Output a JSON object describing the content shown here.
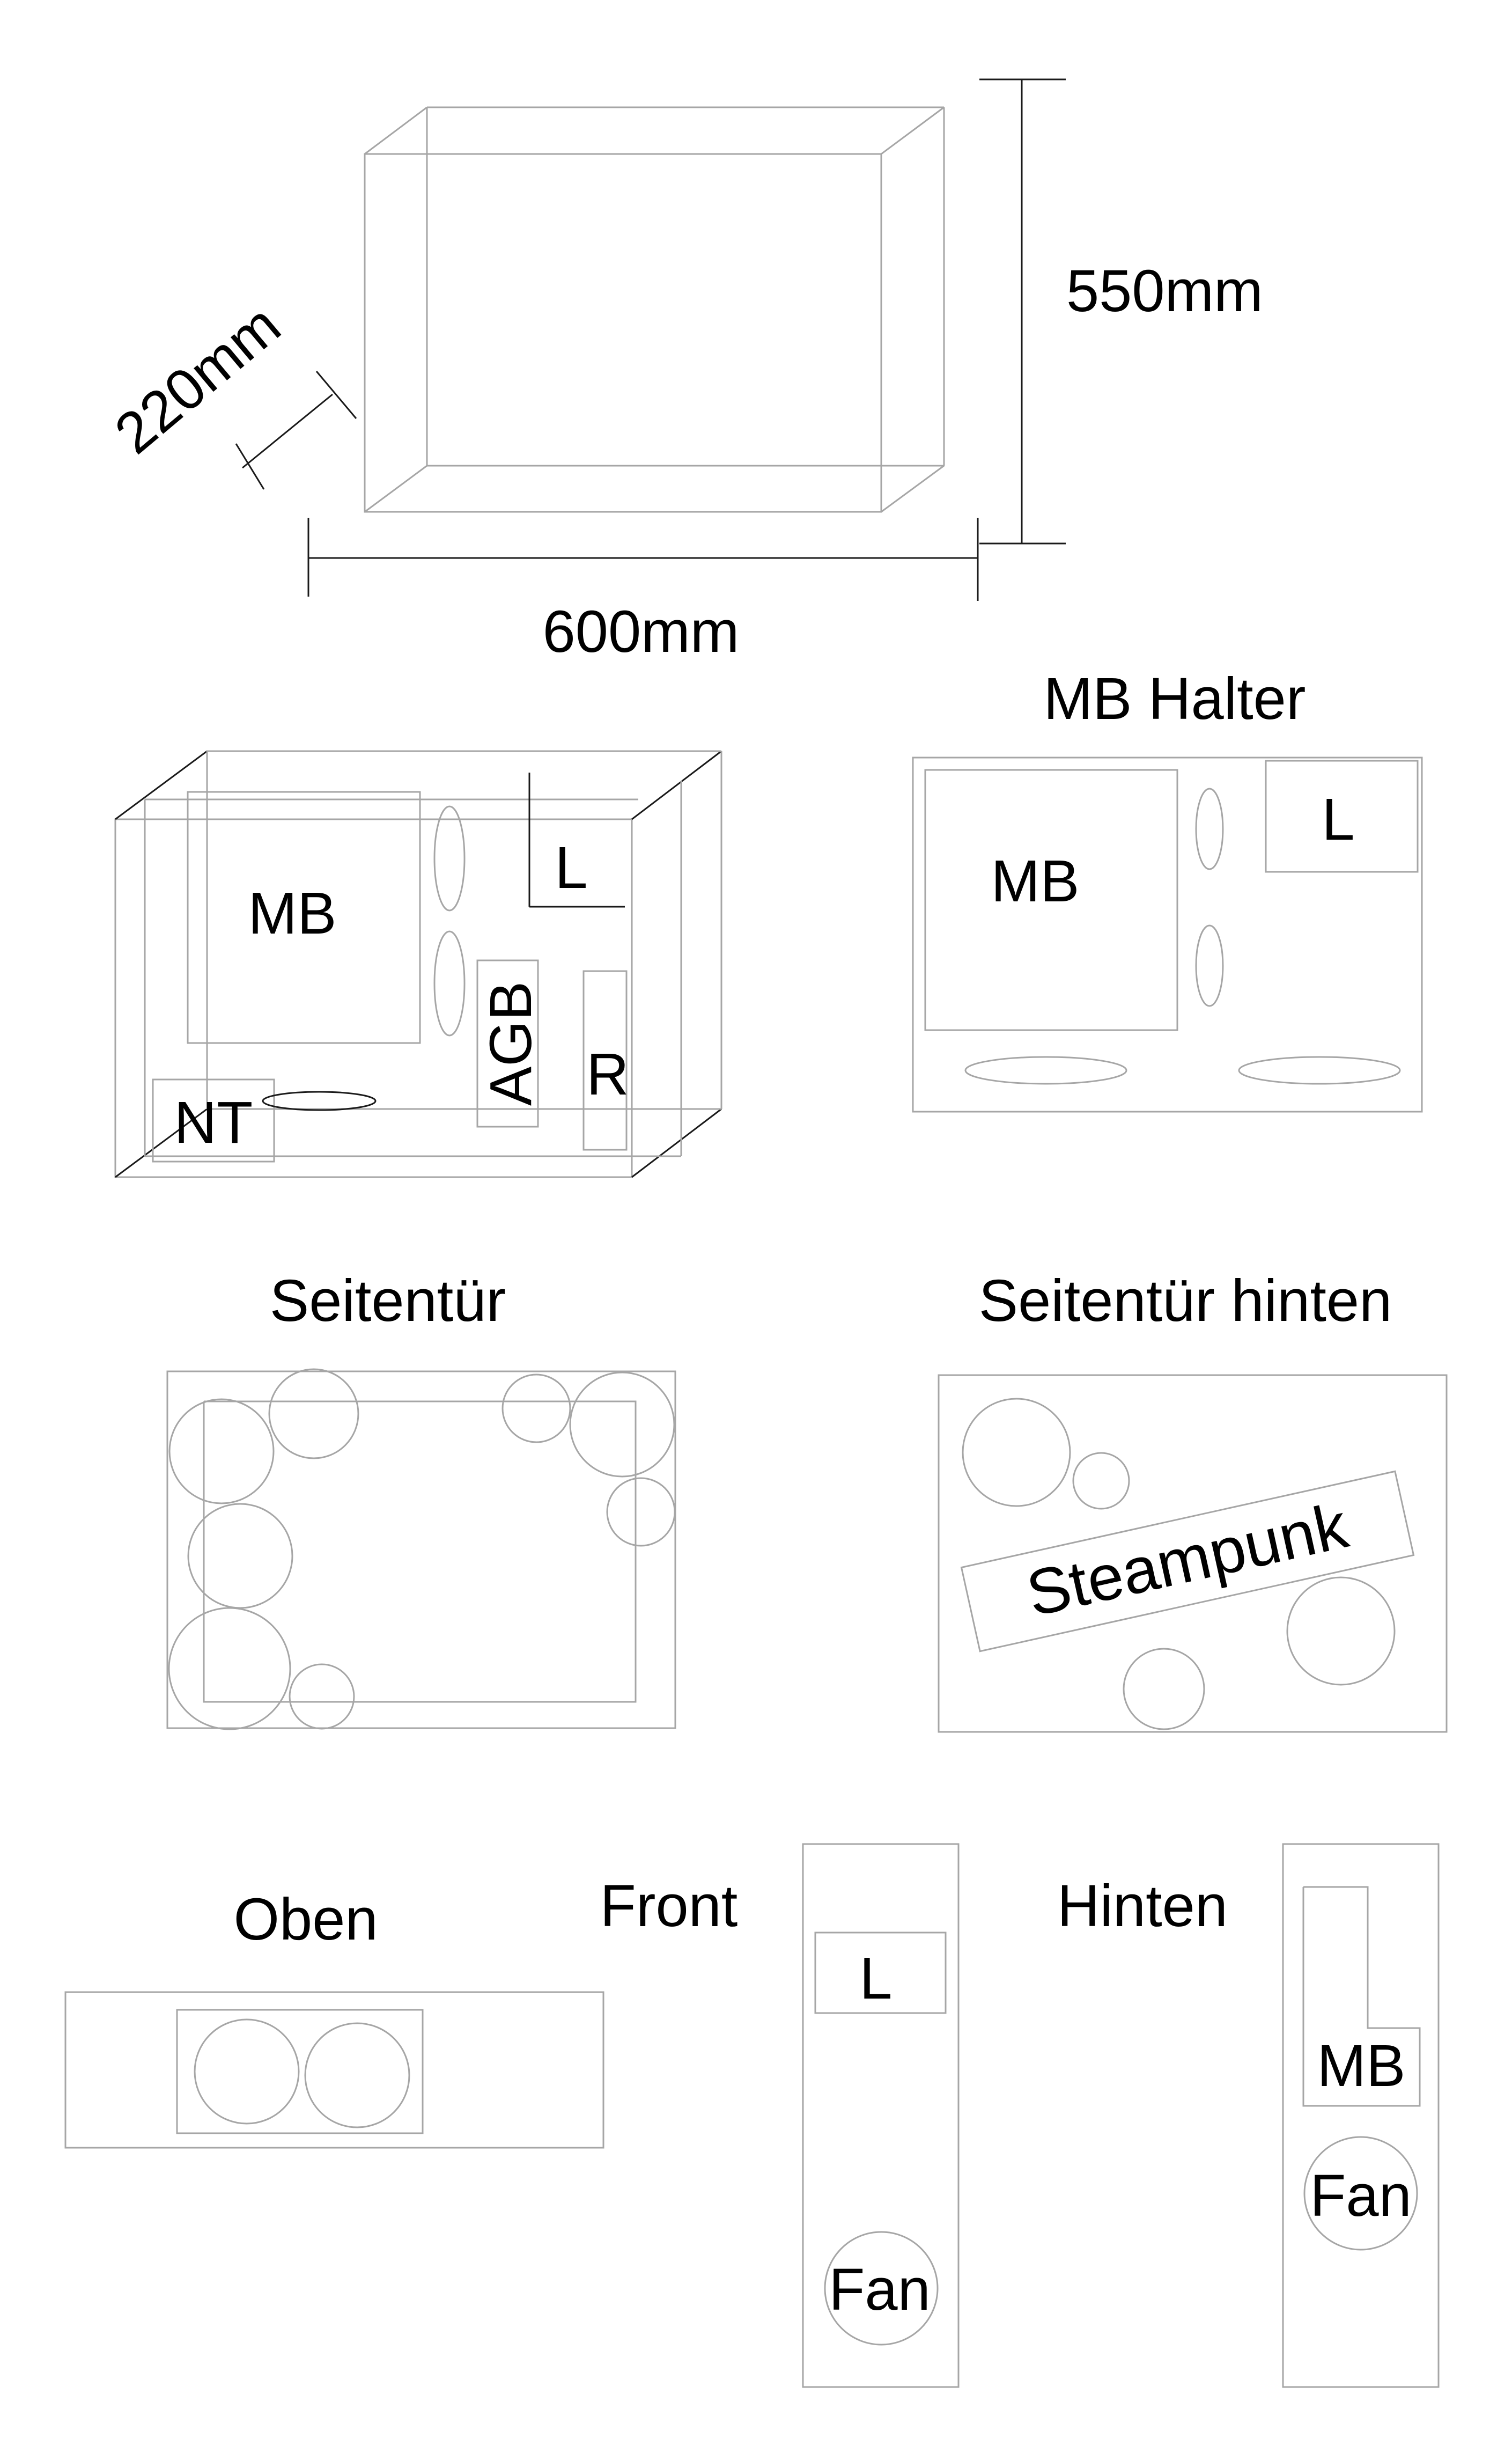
{
  "dimensions": {
    "depth": "220mm",
    "height": "550mm",
    "width": "600mm"
  },
  "interior_layout": {
    "motherboard": "MB",
    "label_l": "L",
    "agb": "AGB",
    "label_r": "R",
    "power_supply": "NT"
  },
  "mb_holder": {
    "title": "MB Halter",
    "motherboard": "MB",
    "label_l": "L"
  },
  "side_door": {
    "title": "Seitentür"
  },
  "side_door_rear": {
    "title": "Seitentür hinten",
    "badge": "Steampunk"
  },
  "top_view": {
    "title": "Oben"
  },
  "front_view": {
    "title": "Front",
    "label_l": "L",
    "fan": "Fan"
  },
  "rear_view": {
    "title": "Hinten",
    "motherboard": "MB",
    "fan": "Fan"
  },
  "colors": {
    "line": "#a6a6a6",
    "dark_line": "#1a1a1a",
    "text": "#000000",
    "background": "#ffffff"
  }
}
